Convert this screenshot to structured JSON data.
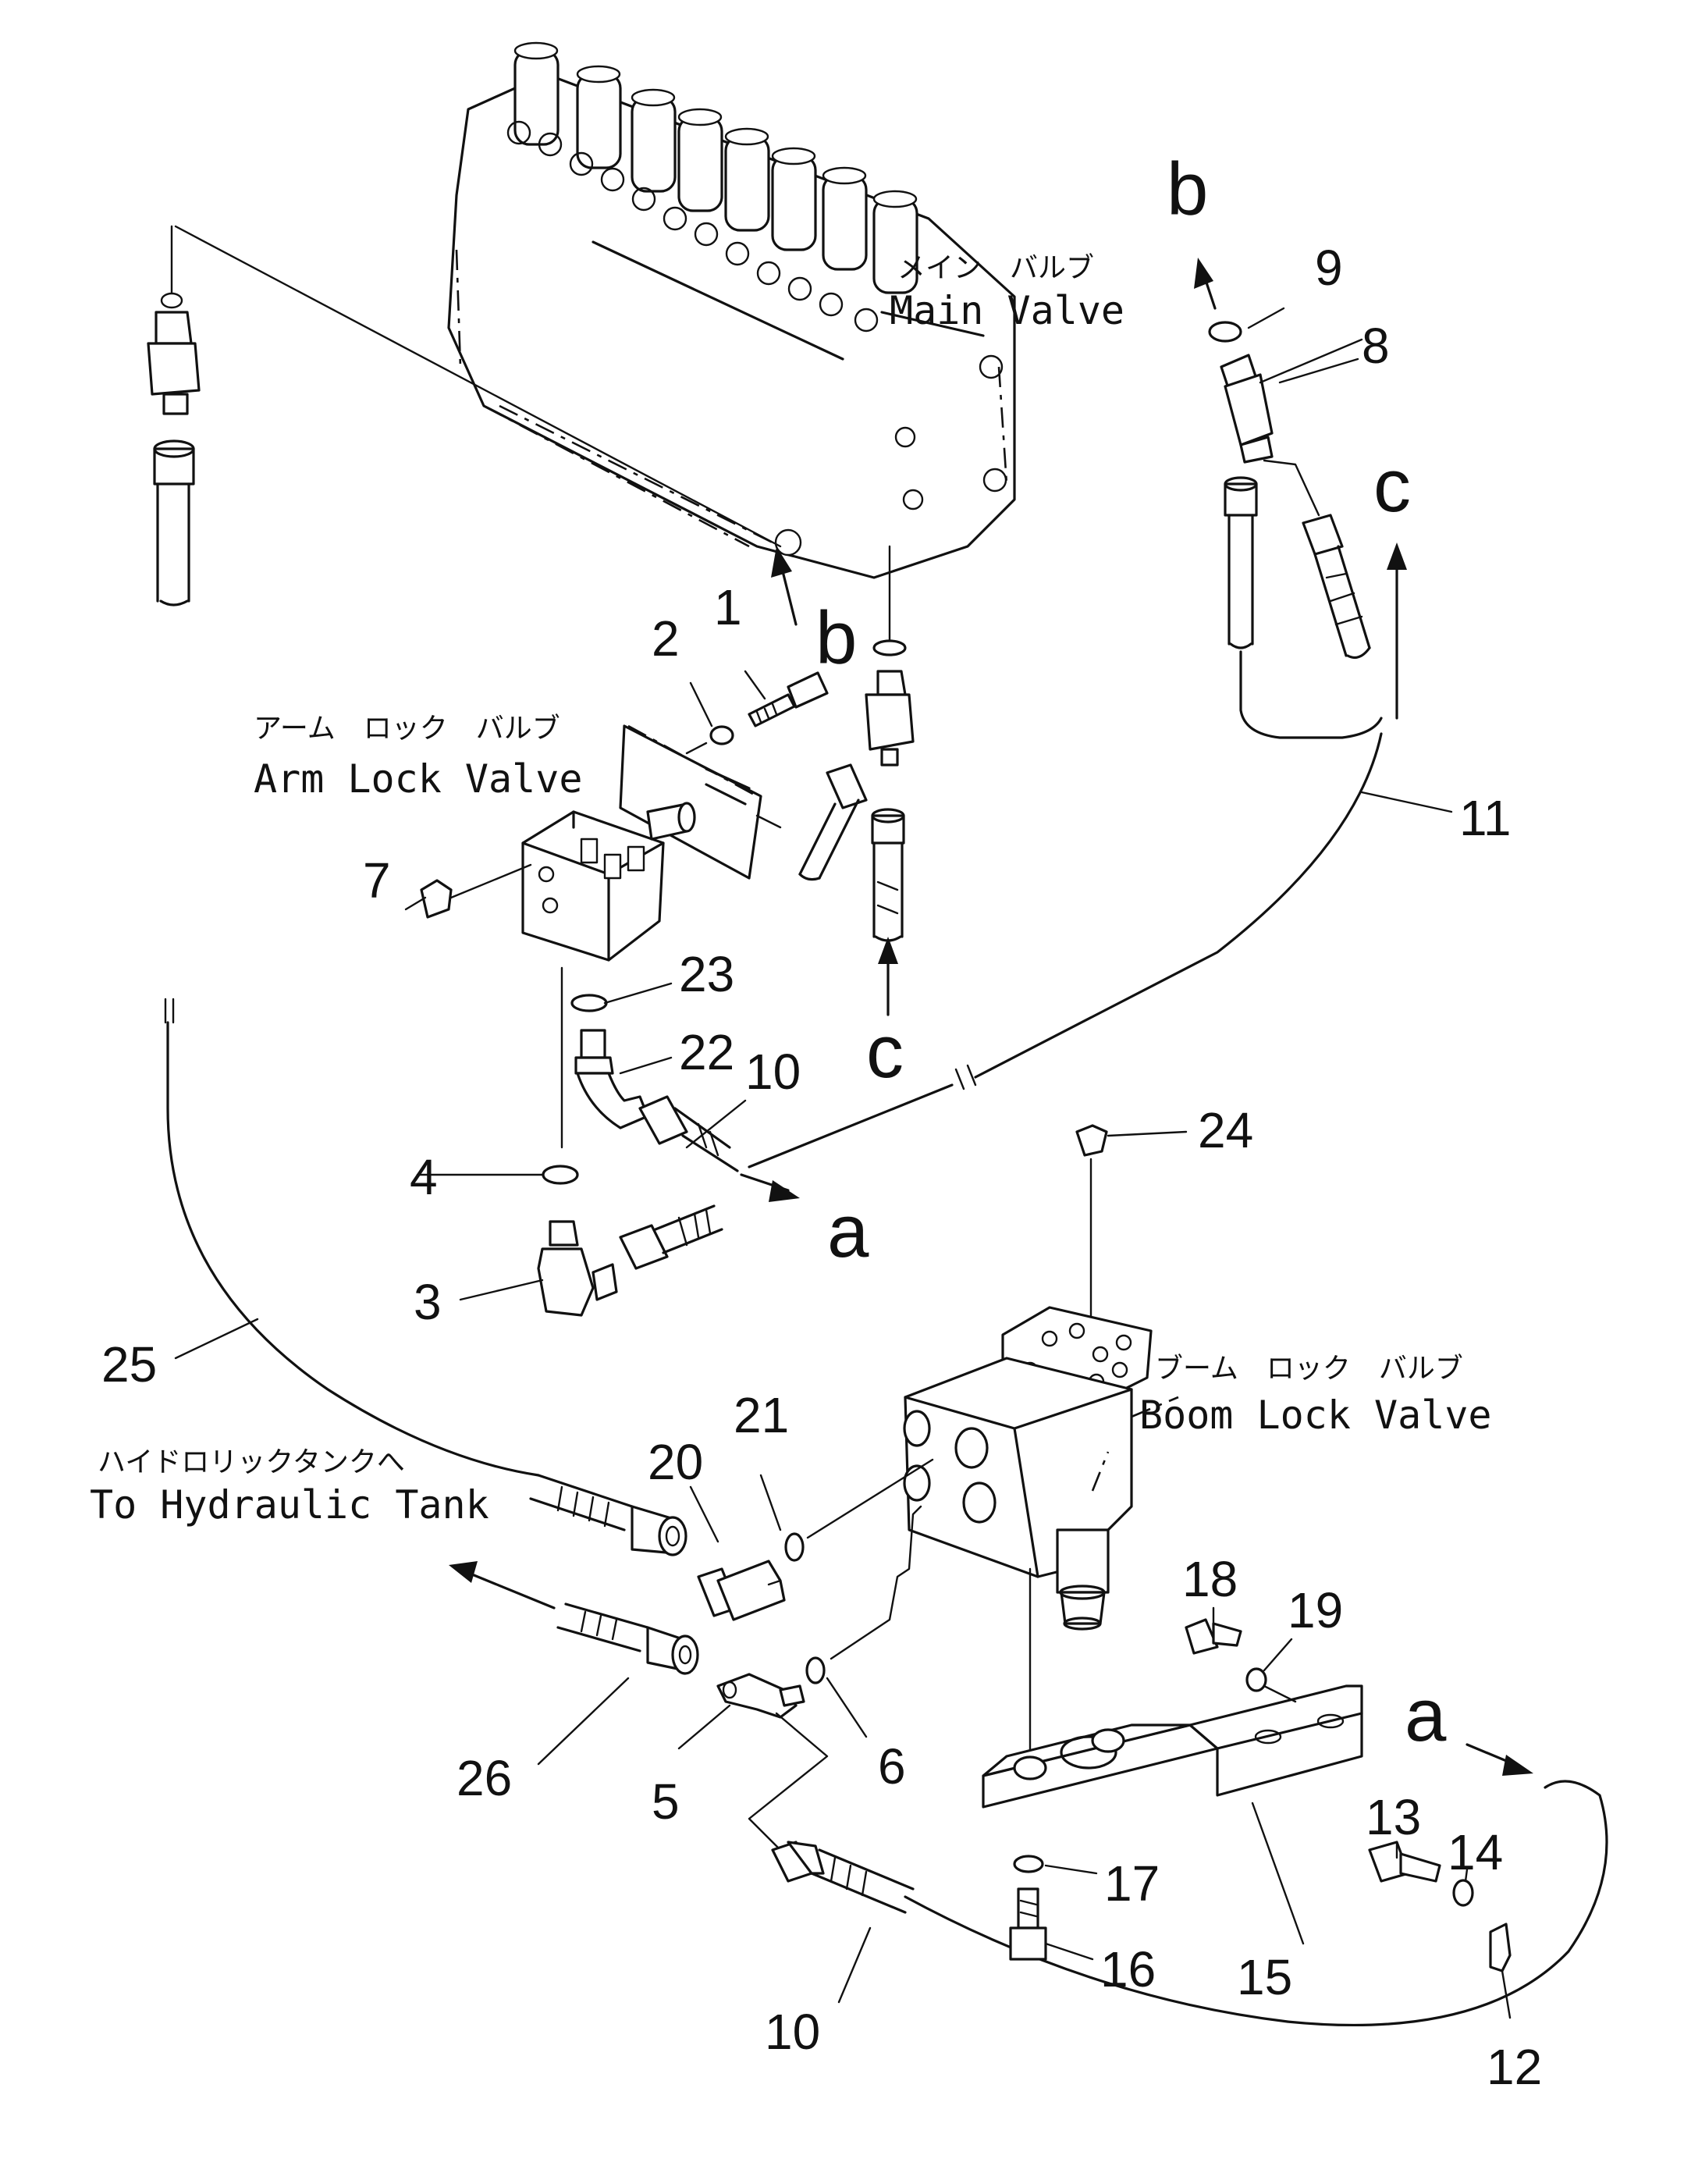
{
  "components": {
    "main_valve": {
      "jp": "メイン　バルブ",
      "en": "Main Valve"
    },
    "arm_lock_valve": {
      "jp": "アーム　ロック　バルブ",
      "en": "Arm Lock Valve"
    },
    "boom_lock_valve": {
      "jp": "ブーム　ロック　バルブ",
      "en": "Boom Lock Valve"
    },
    "hydraulic_tank": {
      "jp": "ハイドロリックタンクへ",
      "en": "To Hydraulic Tank"
    }
  },
  "connections": {
    "a": "a",
    "b": "b",
    "c": "c"
  },
  "part_numbers": {
    "p1": "1",
    "p2": "2",
    "p3": "3",
    "p4": "4",
    "p5": "5",
    "p6": "6",
    "p7": "7",
    "p8": "8",
    "p9": "9",
    "p10": "10",
    "p11": "11",
    "p12": "12",
    "p13": "13",
    "p14": "14",
    "p15": "15",
    "p16": "16",
    "p17": "17",
    "p18": "18",
    "p19": "19",
    "p20": "20",
    "p21": "21",
    "p22": "22",
    "p23": "23",
    "p24": "24",
    "p25": "25",
    "p26": "26"
  }
}
